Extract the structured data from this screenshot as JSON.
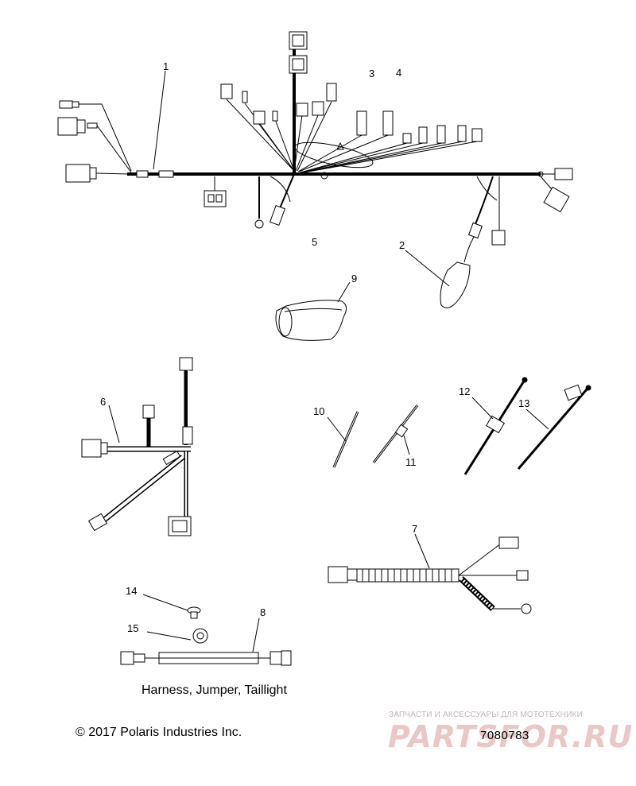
{
  "callouts": [
    "1",
    "2",
    "3",
    "4",
    "5",
    "6",
    "7",
    "8",
    "9",
    "10",
    "11",
    "12",
    "13",
    "14",
    "15"
  ],
  "caption": "Harness, Jumper, Taillight",
  "copyright": "© 2017 Polaris Industries Inc.",
  "part_number": "7080783",
  "watermark": {
    "tagline": "ЗАПЧАСТИ И АКСЕССУАРЫ ДЛЯ МОТОТЕХНИКИ",
    "logo": "PARTSFOR.RU"
  }
}
